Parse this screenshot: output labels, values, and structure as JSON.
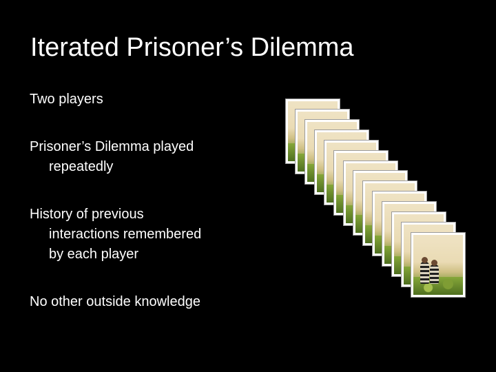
{
  "slide": {
    "title": "Iterated Prisoner’s Dilemma",
    "bullets": [
      {
        "lines": [
          "Two players"
        ]
      },
      {
        "lines": [
          "Prisoner’s Dilemma played",
          "repeatedly"
        ]
      },
      {
        "lines": [
          "History of previous",
          "interactions remembered",
          "by each player"
        ]
      },
      {
        "lines": [
          "No other outside knowledge"
        ]
      }
    ]
  },
  "image_stack": {
    "depicts": "repeated photo of two prisoners in striped uniforms in a field",
    "card_count": 14,
    "colors": {
      "card_border": "#ffffff",
      "sky": "#efe3c4",
      "grass": "#6f8f2c",
      "stripes": "#1f1f1f"
    }
  }
}
